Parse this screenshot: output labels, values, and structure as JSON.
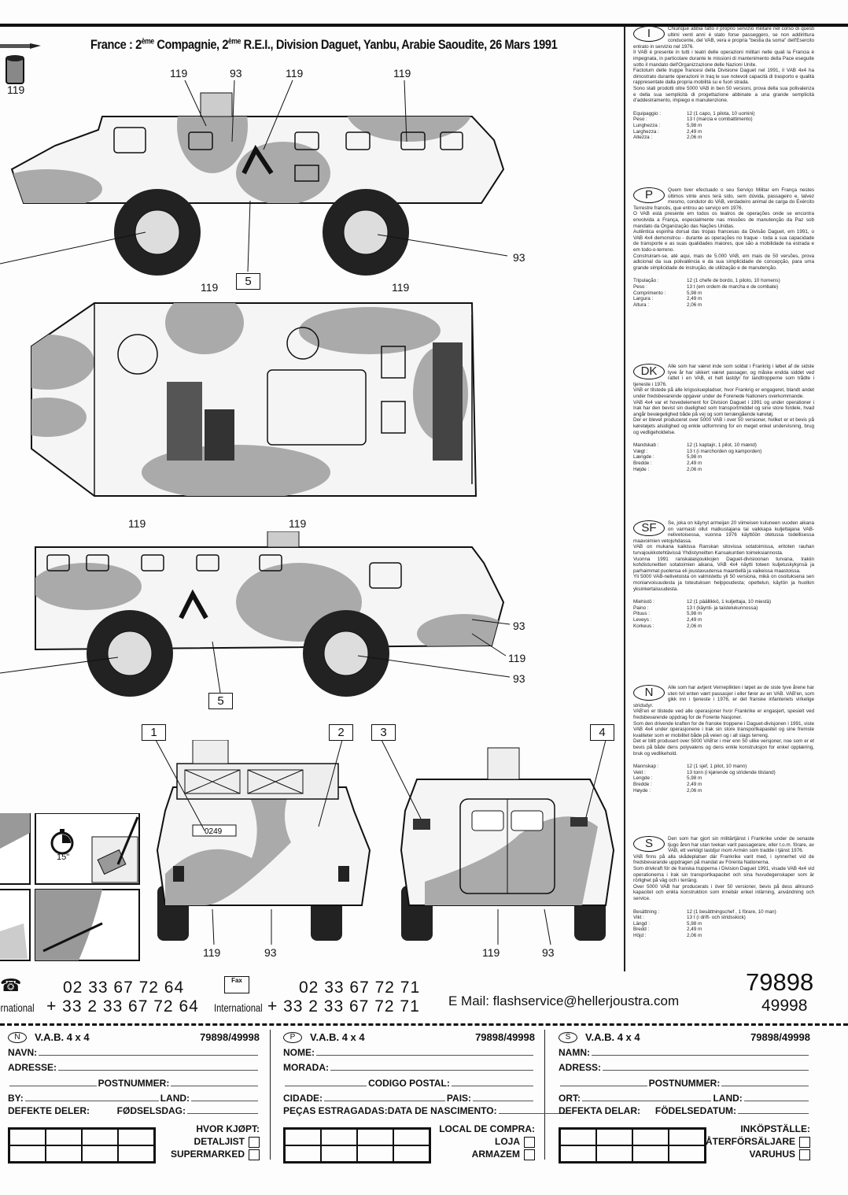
{
  "header": {
    "title_pre": "France : 2",
    "sup1": "ème",
    "title_mid": " Compagnie, 2",
    "sup2": "ème",
    "title_post": " R.E.I., Division Daguet, Yanbu, Arabie Saoudite, 26 Mars 1991"
  },
  "paint": {
    "code": "119"
  },
  "callouts": {
    "c119": "119",
    "c93": "93",
    "c5": "5",
    "c1": "1",
    "c2": "2",
    "c3": "3",
    "c4": "4",
    "plate": "0249"
  },
  "decal_step": {
    "time": "15\""
  },
  "languages": [
    {
      "code": "I",
      "paragraphs": [
        "Chiunque abbia fatto il proprio servizio militare nel corso di questi ultimi venti anni è stato forse passeggero, se non addirittura conducente, del VAB, vera e propria \"bestia da soma\" dell'Esercito entrato in servizio nel 1976.",
        "Il VAB è presente in tutti i teatri delle operazioni militari nelle quali la Francia è impegnata, in particolare durante le missioni di mantenimento della Pace eseguite sotto il mandato dell'Organizzazione delle Nazioni Unite.",
        "Factotum delle truppe francesi della Divisione Daguet nel 1991, il VAB 4x4 ha dimostrato durante operazioni in Iraq le sue notevoli capacità di trasporto e qualità rappresentate dalla propria mobilità su e fuori strada.",
        "Sono stati prodotti oltre 5000 VAB in ben 50 versioni, prova della sua polivalenza e della sua semplicità di progettazione abbinate a una grande semplicità d'addestramento, impiego e manutenzione."
      ],
      "specs": [
        [
          "Equipaggio :",
          "12 (1 capo, 1 pilota, 10 uomini)"
        ],
        [
          "Peso :",
          "13 t (marcia e combattimento)"
        ],
        [
          "Lunghezza :",
          "5,98 m"
        ],
        [
          "Larghezza :",
          "2,49 m"
        ],
        [
          "Altezza :",
          "2,06 m"
        ]
      ]
    },
    {
      "code": "P",
      "paragraphs": [
        "Quem tiver efectuado o seu Serviço Militar em França nestes últimos vinte anos terá sido, sem dúvida, passageiro e, talvez mesmo, condutor do VAB, verdadeiro animal de carga do Exército Terrestre francês, que entrou ao serviço em 1976.",
        "O VAB está presente em todos os teatros de operações onde se encontra envolvida a França, especialmente nas missões de manutenção da Paz sob mandato da Organização das Nações Unidas.",
        "Autêntica espinha dorsal das tropas francesas da Divisão Daguet, em 1991, o VAB 4x4 demonstrou - durante as operações no Iraque - toda a sua capacidade de transporte e as suas qualidades maiores, que são a mobilidade na estrada e em todo-o-terreno.",
        "Construiram-se, até aqui, mais de 5.000 VAB, em mais de 50 versões, prova adicional da sua polivalência e da sua simplicidade de concepção, para uma grande simplicidade de instrução, de utilização e de manutenção."
      ],
      "specs": [
        [
          "Tripulação :",
          "12 (1 chefe de bordo, 1 piloto, 10 homens)"
        ],
        [
          "Peso :",
          "13 t (em ordem de marcha e de combate)"
        ],
        [
          "Comprimento :",
          "5,98 m"
        ],
        [
          "Largura :",
          "2,49 m"
        ],
        [
          "Altura :",
          "2,06 m"
        ]
      ]
    },
    {
      "code": "DK",
      "paragraphs": [
        "Alle som har været inde som soldat i Frankrig i løbet af de sidste tyve år har sikkert været passager, og måske endda siddet ved rattet i en VAB, et helt lastdyr for landtropperne som trådte i tjeneste i 1976.",
        "VAB er tilstede på alle krigsskuepladser, hvor Frankrig er engageret, blandt andet under fredsbevarende opgaver under de Forenede Nationers overkommande.",
        "VAB 4x4 var et hovedelement for Division Daguet i 1991 og under operationer i Irak har den bevist sin duelighed som transportmiddel og sine store fordele, hvad angår bevægelighed både på vej og som terrængående køretøj.",
        "Der er blevet produceret over 5000 VAB i over 50 versioner, hvilket er et bevis på køretøjets alsidighed og enkle udformning for en meget enkel undervisning, brug og vedligeholdelse."
      ],
      "specs": [
        [
          "Mandskab :",
          "12 (1 kaptajn, 1 pilot, 10 mænd)"
        ],
        [
          "Vægt :",
          "13 t (i marchorden og kamporden)"
        ],
        [
          "Længde :",
          "5,98 m"
        ],
        [
          "Bredde :",
          "2,49 m"
        ],
        [
          "Højde :",
          "2,06 m"
        ]
      ]
    },
    {
      "code": "SF",
      "paragraphs": [
        "Se, joka on käynyt armeijan 20 viimeisen kuluneen vuoden aikana on varmasti ollut matkustajana tai vaikkapa kuljettajana VAB-nelivetoisessa, vuonna 1976 käyttöön otetussa todellisessa maavoimien vetojuhdassa.",
        "VAB on mukana kaikissa Ranskan sitovissa sotatoimissa, eritoten rauhan turvajoukkotehtävissä Yhdistyneitten Kansakuntien toimeksiannosta.",
        "Vuonna 1991 ranskalaisjoukkojen Daguet-divisioonan turvana, Irakiin kohdistuneitten sotatoimien aikana, VAB 4x4 näytti toteen kuljetuskykynsä ja parhaimmat puolensa eli joustavuutensa maantiellä ja vaikeissa maastoissa.",
        "Yli 5000 VAB-nelivetoista on valmistettu yli 50 versiona, mikä on osoituksena sen moniarvoisuudesta ja toteutuksen helppoudesta; opettelun, käytön ja huollon yksinkertaisuudesta."
      ],
      "specs": [
        [
          "Miehistö :",
          "12 (1 päällikkö, 1 kuljettaja, 10 miestä)"
        ],
        [
          "Paino :",
          "13 t (käynti- ja taistelukunnossa)"
        ],
        [
          "Pituus :",
          "5,98 m"
        ],
        [
          "Leveys :",
          "2,49 m"
        ],
        [
          "Korkeus :",
          "2,06 m"
        ]
      ]
    },
    {
      "code": "N",
      "paragraphs": [
        "Alle som har avtjent Verneplikten i løpet av de siste tyve årene har uten tvil enten vært passasjer i eller fører av en VAB. VAB'en, som gikk inn i tjeneste i 1976, er det franske infanteriets virkelige stridsdyr.",
        "VAB'en er tilstede ved alle operasjoner hvor Frankrike er engasjert, spesielt ved fredsbevarende oppdrag for de Forente Nasjoner.",
        "Som den drivende kraften for de franske troppene i Daguet-divisjonen i 1991, viste VAB 4x4 under operasjonene i Irak sin store transportkapasitet og sine fremste kvaliteter som er mobilitet både på veien og i all slags terreng.",
        "Det er blitt produsert over 5000 VAB'er i mer enn 50 ulike versjoner, noe som er et bevis på både dens polyvalens og dens enkle konstruksjon for enkel opplæring, bruk og vedlikehold."
      ],
      "specs": [
        [
          "Mannskap :",
          "12 (1 sjef, 1 pilot, 10 mann)"
        ],
        [
          "Vekt :",
          "13 tonn (i kjørende og stridende tilstand)"
        ],
        [
          "Lengde :",
          "5,98 m"
        ],
        [
          "Bredde :",
          "2,49 m"
        ],
        [
          "Høyde :",
          "2,06 m"
        ]
      ]
    },
    {
      "code": "S",
      "paragraphs": [
        "Den som har gjort sin militärtjänst i Frankrike under de senaste tjugo åren har utan tvekan varit passagerare, eller t.o.m. förare, av VAB, ett verkligt lastdjur inom Armén som tradde i tjänst 1976.",
        "VAB finns på alla skådeplatser där Frankrike varit med, i synnerhet vid de fredsbevarande uppdragen på mandat av Förenta Nationerna.",
        "Som drivkraft för de franska trupperna i Division Daguet 1991, visade VAB 4x4 vid operationerna i Irak sin transportkapacitet och sina huvudegenskaper som är rörlighet på väg och i terräng.",
        "Over 5000 VAB har producerats i över 50 versioner, bevis på dess allround-kapacitet och enkla konstruktion som innebär enkel inlärning, användning och service."
      ],
      "specs": [
        [
          "Besättning :",
          "12 (1 besättningschef , 1 förare, 10 man)"
        ],
        [
          "Vikt :",
          "13 t (i drift- och stridsskick)"
        ],
        [
          "Längd :",
          "5,98 m"
        ],
        [
          "Bredd :",
          "2,49 m"
        ],
        [
          "Höjd :",
          "2,06 m"
        ]
      ]
    }
  ],
  "contact": {
    "phone": "02 33 67 72 64",
    "phone_intl_label": "International",
    "phone_intl": "+ 33 2 33  67 72 64",
    "fax_icon_label": "Fax",
    "fax": "02 33 67 72 71",
    "fax_intl_label": "International",
    "fax_intl": "+ 33 2 33  67 72 71",
    "email": "E Mail: flashservice@hellerjoustra.com",
    "ref1": "79898",
    "ref2": "49998"
  },
  "coupons": [
    {
      "lang": "N",
      "product": "V.A.B. 4 x 4",
      "ref": "79898/49998",
      "name": "NAVN:",
      "address": "ADRESSE:",
      "postal": "POSTNUMMER:",
      "city": "BY:",
      "country": "LAND:",
      "parts": "DEFEKTE DELER:",
      "birth": "FØDSELSDAG:",
      "where": "HVOR KJØPT:",
      "opt1": "DETALJIST",
      "opt2": "SUPERMARKED"
    },
    {
      "lang": "P",
      "product": "V.A.B. 4 x 4",
      "ref": "79898/49998",
      "name": "NOME:",
      "address": "MORADA:",
      "postal": "CODIGO POSTAL:",
      "city": "CIDADE:",
      "country": "PAIS:",
      "parts": "PEÇAS ESTRAGADAS:",
      "birth": "DATA DE NASCIMENTO:",
      "where": "LOCAL DE COMPRA:",
      "opt1": "LOJA",
      "opt2": "ARMAZEM"
    },
    {
      "lang": "S",
      "product": "V.A.B. 4 x 4",
      "ref": "79898/49998",
      "name": "NAMN:",
      "address": "ADRESS:",
      "postal": "POSTNUMMER:",
      "city": "ORT:",
      "country": "LAND:",
      "parts": "DEFEKTA DELAR:",
      "birth": "FÖDELSEDATUM:",
      "where": "INKÖPSTÄLLE:",
      "opt1": "ÅTERFÖRSÄLJARE",
      "opt2": "VARUHUS"
    }
  ]
}
